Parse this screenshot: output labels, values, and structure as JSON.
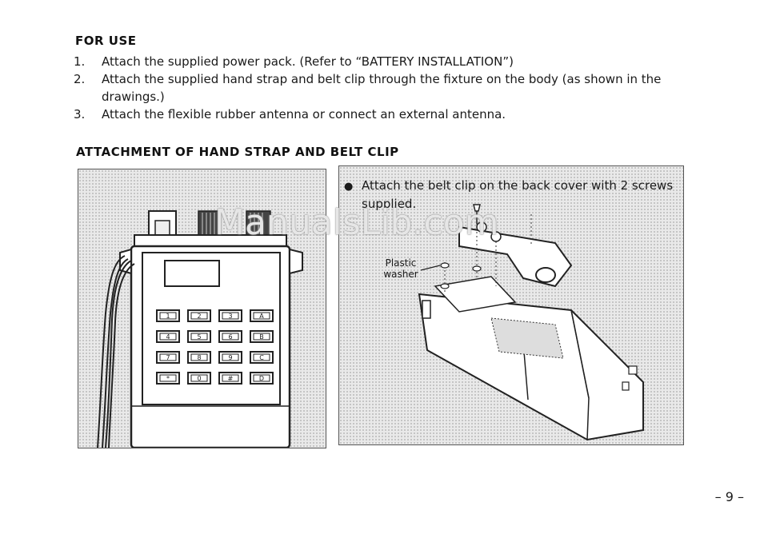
{
  "sections": {
    "for_use": {
      "heading": "FOR USE",
      "steps": [
        {
          "num": "1.",
          "text": "Attach the supplied power pack.  (Refer to “BATTERY INSTALLATION”)"
        },
        {
          "num": "2.",
          "text": "Attach the supplied hand strap and belt clip through the fixture on the body (as shown in the drawings.)"
        },
        {
          "num": "3.",
          "text": "Attach the flexible rubber antenna or connect an external antenna."
        }
      ]
    },
    "attachment": {
      "heading": "ATTACHMENT OF HAND STRAP AND BELT CLIP"
    }
  },
  "left_figure": {
    "keypad": [
      "1",
      "2",
      "3",
      "A",
      "4",
      "5",
      "6",
      "B",
      "7",
      "8",
      "9",
      "C",
      "*",
      "0",
      "#",
      "D"
    ]
  },
  "right_figure": {
    "bullet": "●",
    "instruction": "Attach the belt clip on the back cover with 2 screws supplied.",
    "callout": "Plastic washer"
  },
  "watermark": "ManualsLib.com",
  "page_number": "– 9 –"
}
